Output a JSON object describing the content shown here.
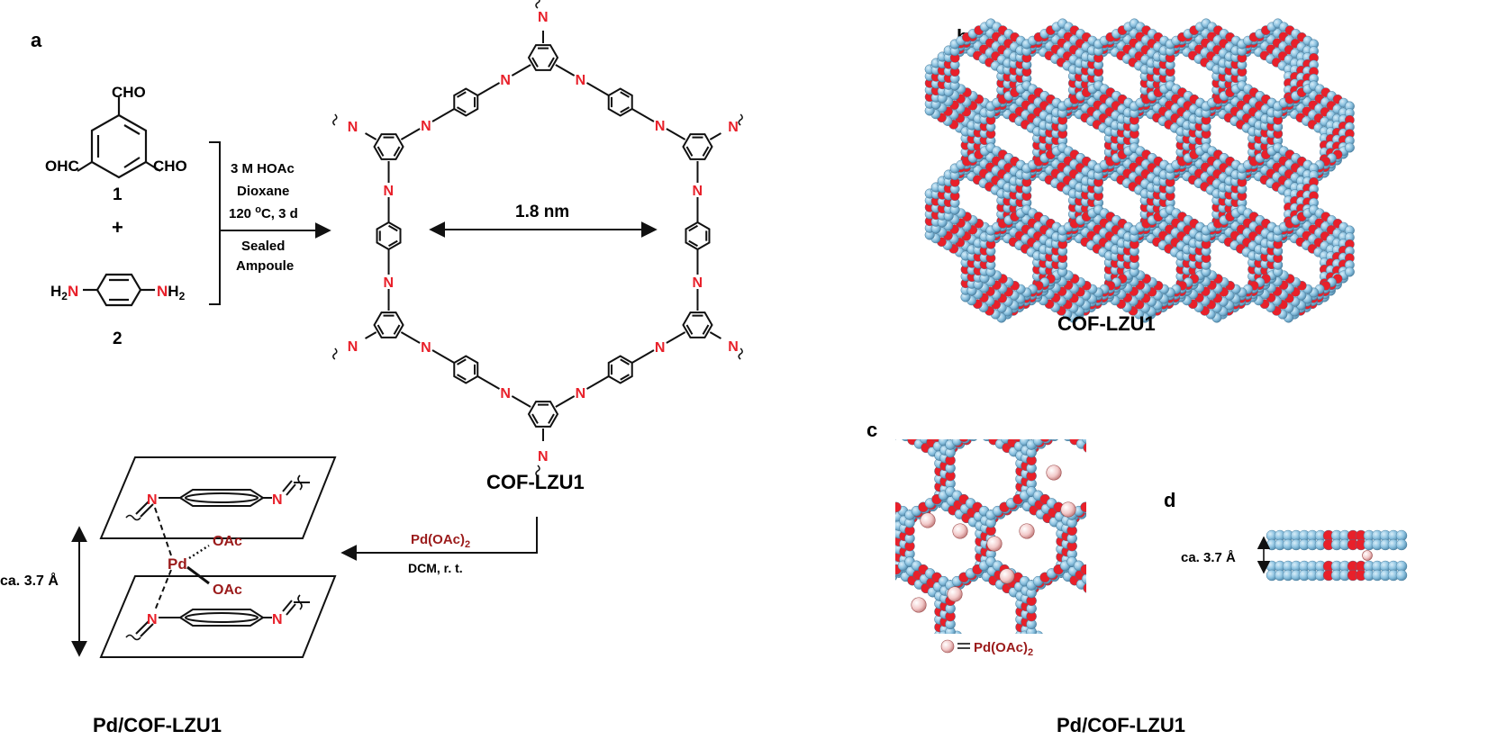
{
  "panels": {
    "a": {
      "letter": "a"
    },
    "b": {
      "letter": "b",
      "caption": "COF-LZU1"
    },
    "c": {
      "letter": "c",
      "legend_label": "Pd(OAc)",
      "legend_sub": "2"
    },
    "d": {
      "letter": "d",
      "spacing": "ca. 3.7 Å"
    },
    "bottom_caption": "Pd/COF-LZU1"
  },
  "reagents": {
    "cho": "CHO",
    "ohc": "OHC",
    "label_1": "1",
    "plus": "+",
    "h2n": "H",
    "h2n_sub": "2",
    "h2n_n": "N",
    "nh2_n": "N",
    "nh2_h": "H",
    "nh2_sub": "2",
    "label_2": "2"
  },
  "conditions_1": {
    "line1": "3 M HOAc",
    "line2": "Dioxane",
    "line3_a": "120 ",
    "line3_sup": "o",
    "line3_b": "C, 3 d",
    "line4": "Sealed",
    "line5": "Ampoule"
  },
  "cof": {
    "pore_size": "1.8 nm",
    "name": "COF-LZU1",
    "atom_n": "N"
  },
  "conditions_2": {
    "reagent": "Pd(OAc)",
    "reagent_sub": "2",
    "solvent": "DCM, r. t."
  },
  "pd_complex": {
    "pd": "Pd",
    "oac1": "OAc",
    "oac2": "OAc",
    "spacing": "ca. 3.7 Å",
    "name": "Pd/COF-LZU1"
  },
  "colors": {
    "nitrogen": "#e8202a",
    "palladium": "#9b1b1b",
    "carbon_sphere": "#7fb6d6",
    "carbon_dark": "#4e86a8",
    "pd_sphere": "#f0c8c8",
    "ink": "#111111"
  }
}
